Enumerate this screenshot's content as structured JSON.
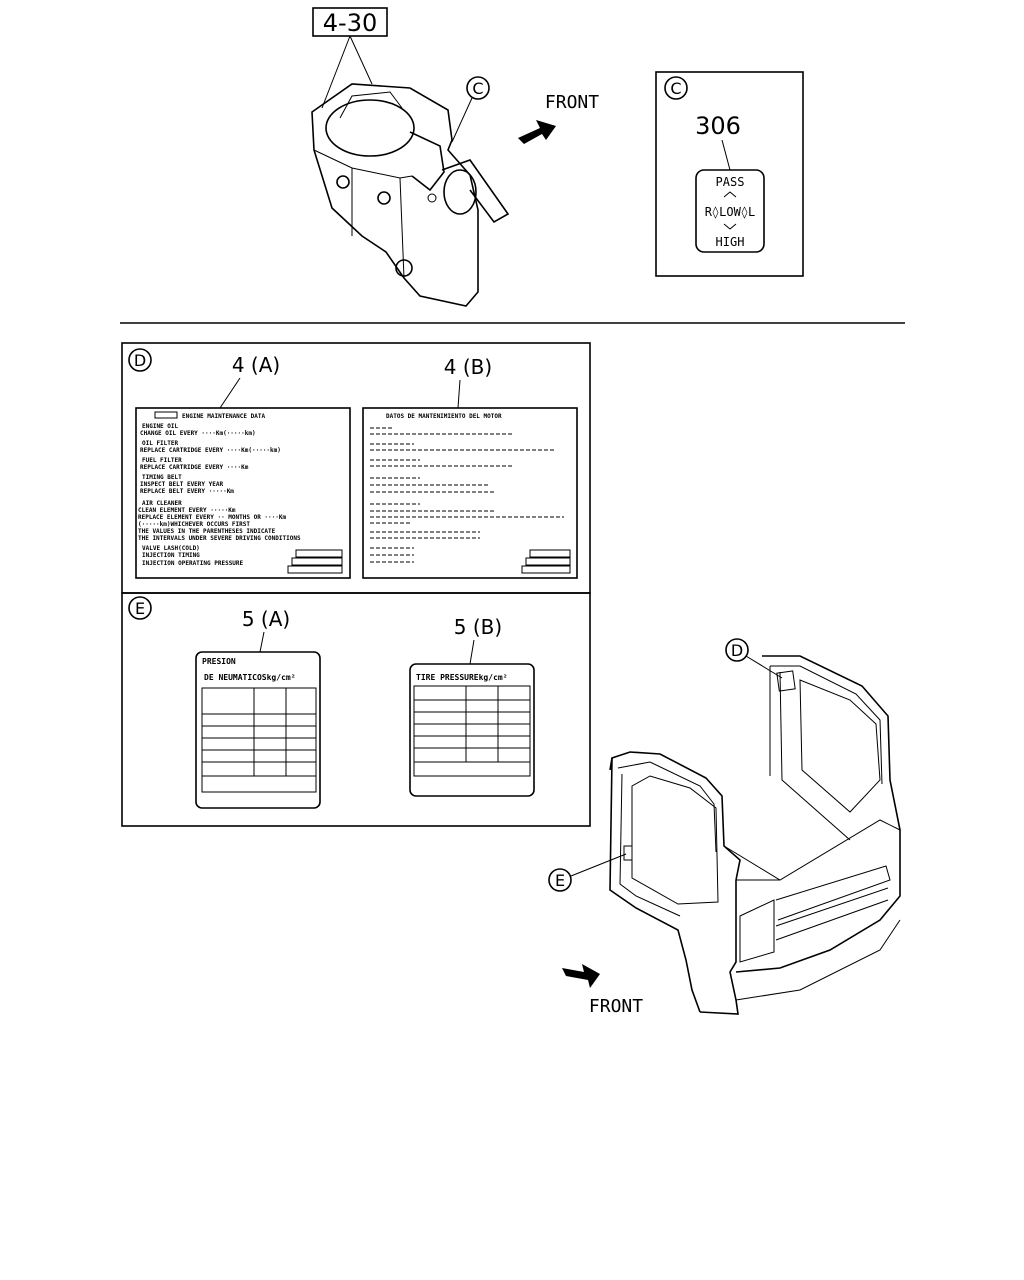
{
  "callouts": {
    "part_4_30": "4-30",
    "front_top": "FRONT",
    "front_bottom": "FRONT",
    "detail_c": "C",
    "detail_d": "D",
    "detail_e": "E",
    "ref_c_on_switch": "C",
    "ref_d_on_cab": "D",
    "ref_e_on_cab": "E"
  },
  "detail_c_panel": {
    "part_number": "306",
    "label_pass": "PASS",
    "label_low": "R◊LOW◊L",
    "label_high": "HIGH"
  },
  "detail_d_panel": {
    "label_a_ref": "4 (A)",
    "label_b_ref": "4 (B)",
    "label_a": {
      "title": "ENGINE MAINTENANCE DATA",
      "lines": [
        "ENGINE OIL",
        "CHANGE OIL EVERY ····Km(·····km)",
        "OIL FILTER",
        "REPLACE CARTRIDGE EVERY ····Km(·····km)",
        "FUEL FILTER",
        "REPLACE CARTRIDGE EVERY ····Km",
        "TIMING BELT",
        "INSPECT BELT EVERY YEAR",
        "REPLACE BELT EVERY ·····Km",
        "AIR CLEANER",
        "CLEAN ELEMENT EVERY ·····Km",
        "REPLACE ELEMENT EVERY ·· MONTHS OR ····Km",
        "(·····km)WHICHEVER OCCURS FIRST",
        "THE VALUES IN THE PARENTHESES INDICATE",
        "THE INTERVALS UNDER SEVERE DRIVING CONDITIONS",
        "VALVE LASH(COLD)",
        "INJECTION TIMING",
        "INJECTION OPERATING PRESSURE"
      ]
    },
    "label_b": {
      "title": "DATOS DE MANTENIMIENTO DEL MOTOR"
    }
  },
  "detail_e_panel": {
    "label_a_ref": "5 (A)",
    "label_b_ref": "5 (B)",
    "label_a": {
      "line1": "PRESION",
      "line2": "DE NEUMATICOSkg/cm²"
    },
    "label_b": {
      "title": "TIRE PRESSUREkg/cm²"
    }
  },
  "colors": {
    "ink": "#000000",
    "paper": "#ffffff"
  }
}
